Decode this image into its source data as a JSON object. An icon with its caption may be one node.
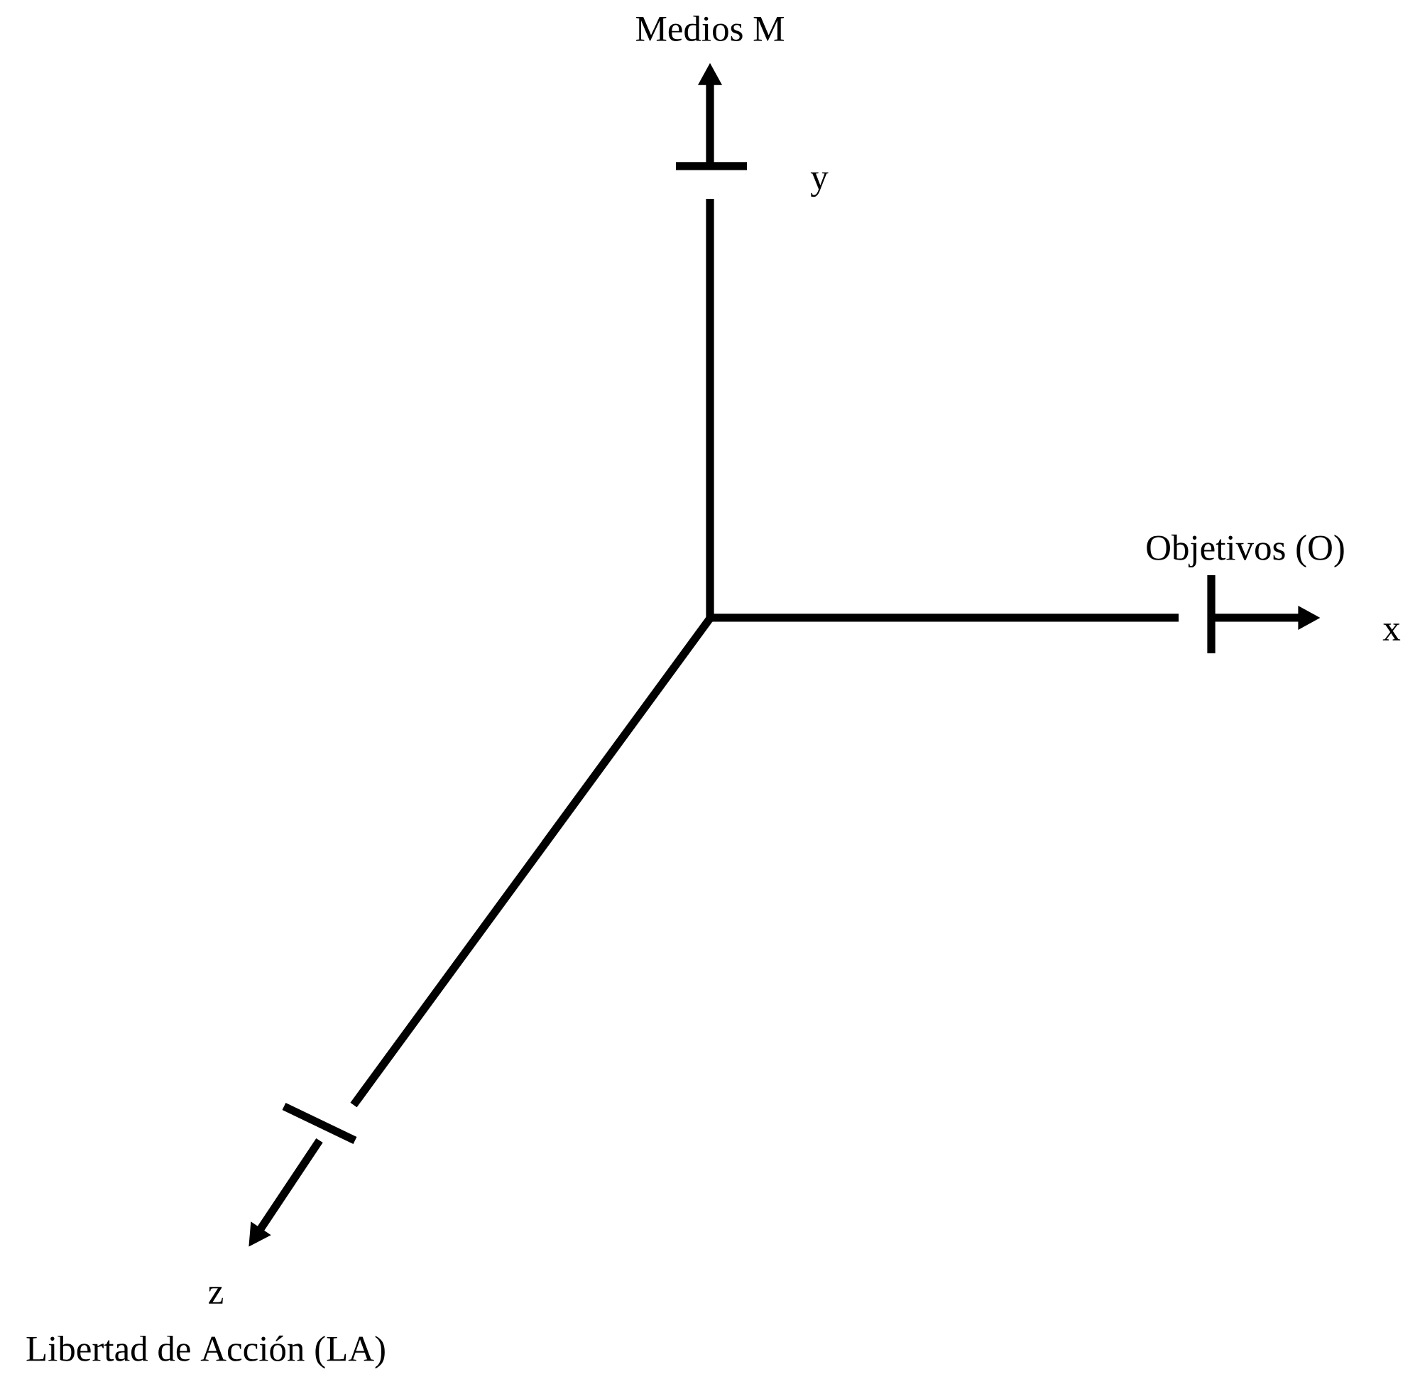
{
  "diagram": {
    "labels": [
      "Medios M",
      "y",
      "Objetivos (O)",
      "x",
      "z",
      "Libertad de Acción (LA)"
    ]
  }
}
